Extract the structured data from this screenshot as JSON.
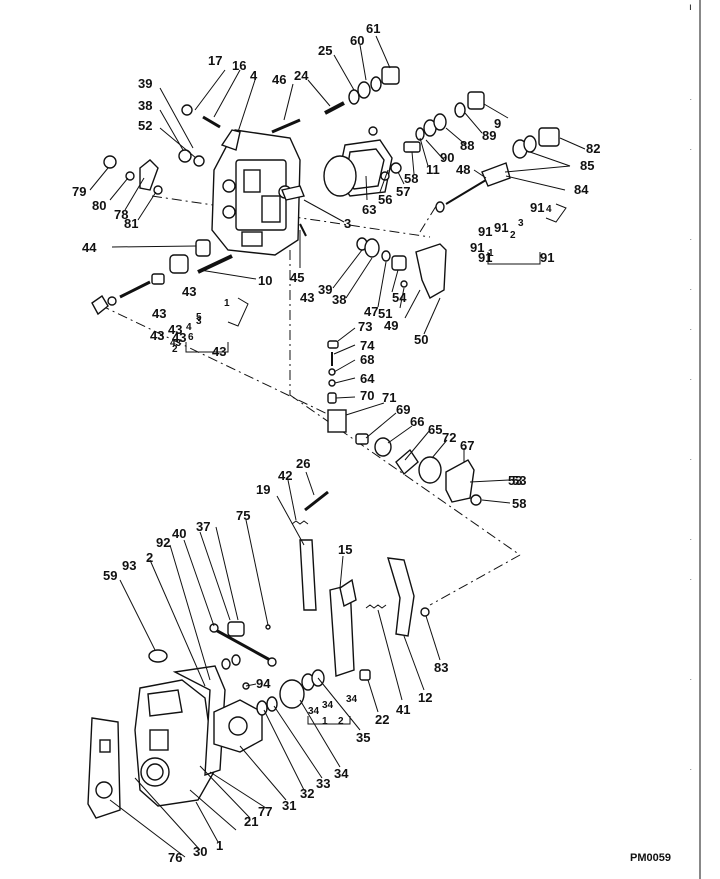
{
  "drawing_code": "PM0059",
  "corner_mark": "ı",
  "part_numbers": [
    "1",
    "2",
    "3",
    "4",
    "9",
    "10",
    "11",
    "12",
    "15",
    "16",
    "17",
    "19",
    "21",
    "22",
    "24",
    "25",
    "26",
    "30",
    "31",
    "32",
    "33",
    "34",
    "35",
    "37",
    "38",
    "39",
    "40",
    "41",
    "42",
    "43",
    "44",
    "45",
    "46",
    "47",
    "48",
    "49",
    "50",
    "51",
    "52",
    "53",
    "54",
    "56",
    "57",
    "58",
    "59",
    "60",
    "61",
    "63",
    "64",
    "65",
    "66",
    "67",
    "68",
    "69",
    "70",
    "71",
    "72",
    "73",
    "74",
    "75",
    "76",
    "77",
    "78",
    "79",
    "80",
    "81",
    "82",
    "83",
    "84",
    "85",
    "88",
    "89",
    "90",
    "91",
    "92",
    "93",
    "94"
  ],
  "group_labels": {
    "g91": [
      "91",
      "91",
      "91",
      "91",
      "91",
      "4",
      "3",
      "2",
      "1"
    ],
    "g43": [
      "43",
      "43",
      "43",
      "43",
      "43",
      "43",
      "5",
      "4",
      "3",
      "6",
      "2",
      "1"
    ],
    "g34": [
      "34",
      "34",
      "34",
      "2",
      "1"
    ]
  }
}
